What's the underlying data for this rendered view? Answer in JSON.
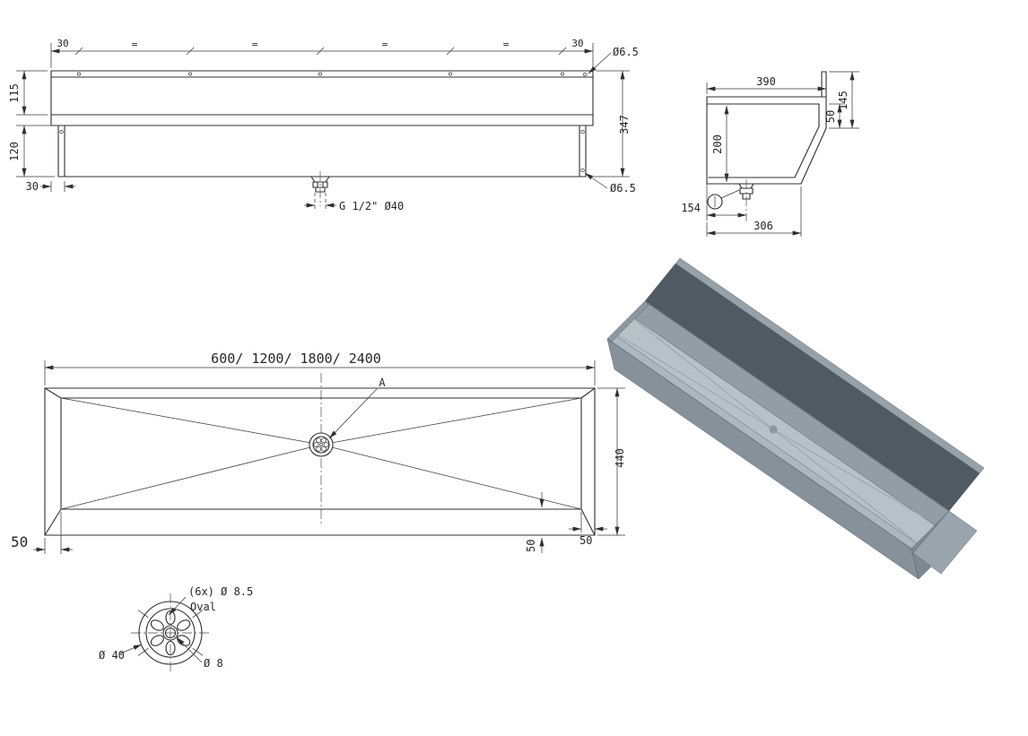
{
  "colors": {
    "line": "#2f2f2f",
    "background": "#ffffff",
    "iso_panel_top": "#97a1a8",
    "iso_panel_dark": "#4f5a63",
    "iso_interior": "#aeb7be",
    "iso_back_inner": "#939da5",
    "iso_floor": "#b9c1c8",
    "iso_front_wall": "#87919a",
    "iso_left_end": "#8d979f",
    "iso_right_end": "#7e8890",
    "iso_foot": "#9aa4ac",
    "iso_drain": "#8c969e"
  },
  "front_view": {
    "top_offset_left": "30",
    "top_offset_right": "30",
    "equal_marks": [
      "=",
      "=",
      "=",
      "="
    ],
    "upper_height": "115",
    "lower_height": "120",
    "bottom_offset": "30",
    "overall_height": "347",
    "hole_dia_top": "Ø6.5",
    "hole_dia_bottom": "Ø6.5",
    "drain_spec": "G 1/2\" Ø40"
  },
  "side_view": {
    "top_depth": "390",
    "back_height": "145",
    "front_edge_height": "50",
    "bowl_depth": "200",
    "drain_offset": "154",
    "overall_depth": "306"
  },
  "plan_view": {
    "length_variants": "600/ 1200/ 1800/ 2400",
    "detail_marker": "A",
    "overall_width": "440",
    "edge_offset_left": "50",
    "edge_offset_front": "50",
    "edge_offset_right": "50"
  },
  "detail_view": {
    "slot_spec": "(6x) Ø 8.5",
    "slot_shape": "Oval",
    "outer_dia": "Ø 40",
    "center_dia": "Ø 8"
  }
}
